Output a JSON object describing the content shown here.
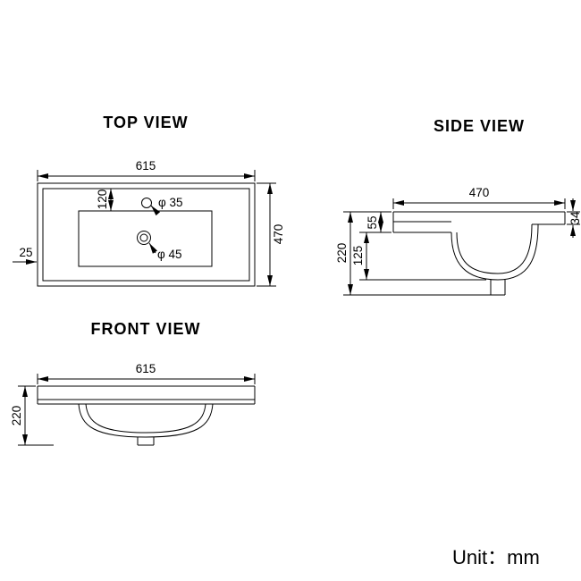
{
  "unit_label": "Unit：mm",
  "colors": {
    "line": "#000000",
    "background": "#ffffff"
  },
  "views": {
    "top": {
      "label": "TOP VIEW",
      "dim_width": "615",
      "dim_height": "470",
      "dim_hole_offset": "120",
      "dim_rim_thickness": "25",
      "faucet_hole_label": "φ 35",
      "drain_hole_label": "φ 45"
    },
    "side": {
      "label": "SIDE VIEW",
      "dim_depth": "470",
      "dim_front_rim_drop": "34",
      "dim_deck_height": "55",
      "dim_bowl_depth": "125",
      "dim_total_height": "220"
    },
    "front": {
      "label": "FRONT VIEW",
      "dim_width": "615",
      "dim_total_height": "220"
    }
  }
}
